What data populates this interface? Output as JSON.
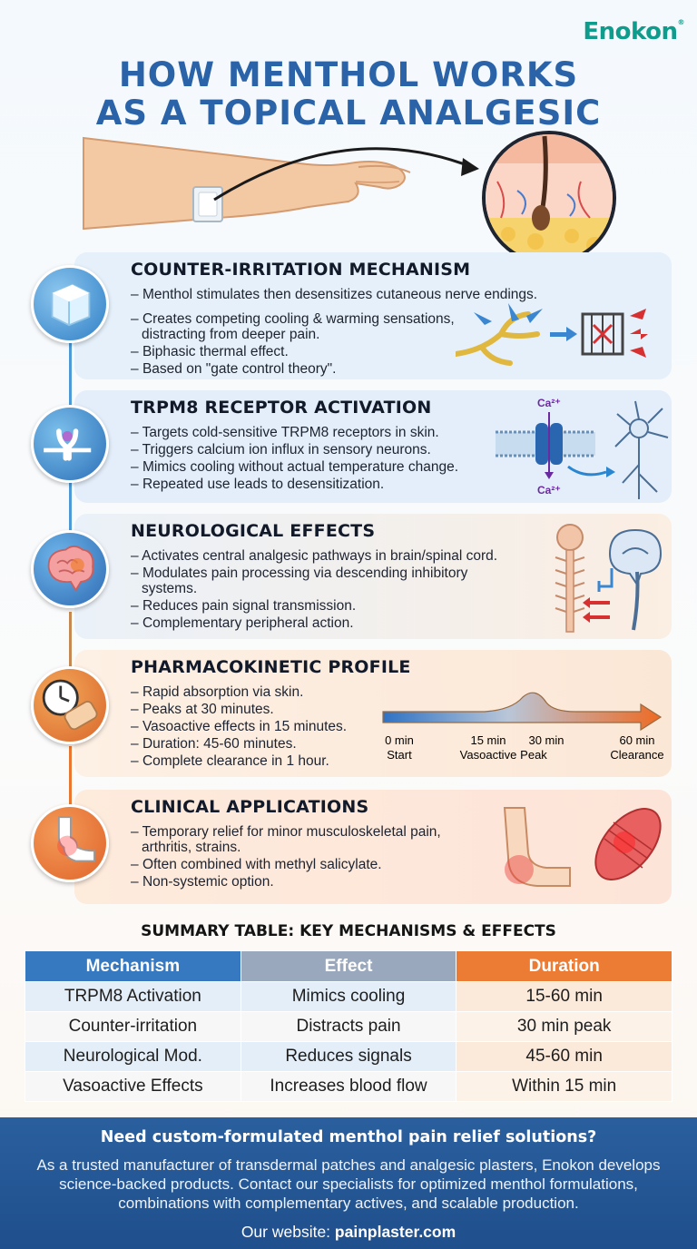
{
  "brand": {
    "logo": "Enokon",
    "logo_mark": "®"
  },
  "title": {
    "line1": "HOW MENTHOL WORKS",
    "line2": "AS A TOPICAL ANALGESIC"
  },
  "colors": {
    "title_blue": "#2b63a8",
    "accent_teal": "#0e9c8c",
    "warm_orange": "#e9772f",
    "footer_blue": "#245894"
  },
  "sections": [
    {
      "heading": "COUNTER-IRRITATION MECHANISM",
      "icon": "ice-cube-icon",
      "bullets": [
        "Menthol stimulates then desensitizes cutaneous nerve endings.",
        "Creates competing cooling & warming sensations, distracting from deeper pain.",
        "Biphasic thermal effect.",
        "Based on \"gate control theory\"."
      ]
    },
    {
      "heading": "TRPM8 RECEPTOR ACTIVATION",
      "icon": "receptor-icon",
      "bullets": [
        "Targets cold-sensitive TRPM8 receptors in skin.",
        "Triggers calcium ion influx in sensory neurons.",
        "Mimics cooling without actual temperature change.",
        "Repeated use leads to desensitization."
      ],
      "ion_top": "Ca²⁺",
      "ion_bottom": "Ca²⁺"
    },
    {
      "heading": "NEUROLOGICAL EFFECTS",
      "icon": "brain-icon",
      "bullets": [
        "Activates central analgesic pathways in brain/spinal cord.",
        "Modulates pain processing via descending inhibitory systems.",
        "Reduces pain signal transmission.",
        "Complementary peripheral action."
      ]
    },
    {
      "heading": "PHARMACOKINETIC PROFILE",
      "icon": "clock-patch-icon",
      "bullets": [
        "Rapid absorption via skin.",
        "Peaks at 30 minutes.",
        "Vasoactive effects in 15 minutes.",
        "Duration: 45-60 minutes.",
        "Complete clearance in 1 hour."
      ],
      "timeline": [
        {
          "time": "0 min",
          "label": "Start"
        },
        {
          "time": "15 min",
          "label": "Vasoactive"
        },
        {
          "time": "30 min",
          "label": "Peak"
        },
        {
          "time": "60 min",
          "label": "Clearance"
        }
      ]
    },
    {
      "heading": "CLINICAL APPLICATIONS",
      "icon": "joint-pain-icon",
      "bullets": [
        "Temporary relief for minor musculoskeletal pain, arthritis, strains.",
        "Often combined with methyl salicylate.",
        "Non-systemic option."
      ]
    }
  ],
  "summary": {
    "title": "SUMMARY TABLE: KEY MECHANISMS & EFFECTS",
    "headers": [
      "Mechanism",
      "Effect",
      "Duration"
    ],
    "rows": [
      [
        "TRPM8 Activation",
        "Mimics cooling",
        "15-60 min"
      ],
      [
        "Counter-irritation",
        "Distracts pain",
        "30 min peak"
      ],
      [
        "Neurological Mod.",
        "Reduces signals",
        "45-60 min"
      ],
      [
        "Vasoactive Effects",
        "Increases blood flow",
        "Within 15 min"
      ]
    ]
  },
  "footer": {
    "heading": "Need custom-formulated menthol pain relief solutions?",
    "body": "As a trusted manufacturer of transdermal patches and analgesic plasters, Enokon develops science-backed products. Contact our specialists for optimized menthol formulations, combinations with complementary actives, and scalable production.",
    "website_label": "Our website:",
    "website": "painplaster.com"
  }
}
